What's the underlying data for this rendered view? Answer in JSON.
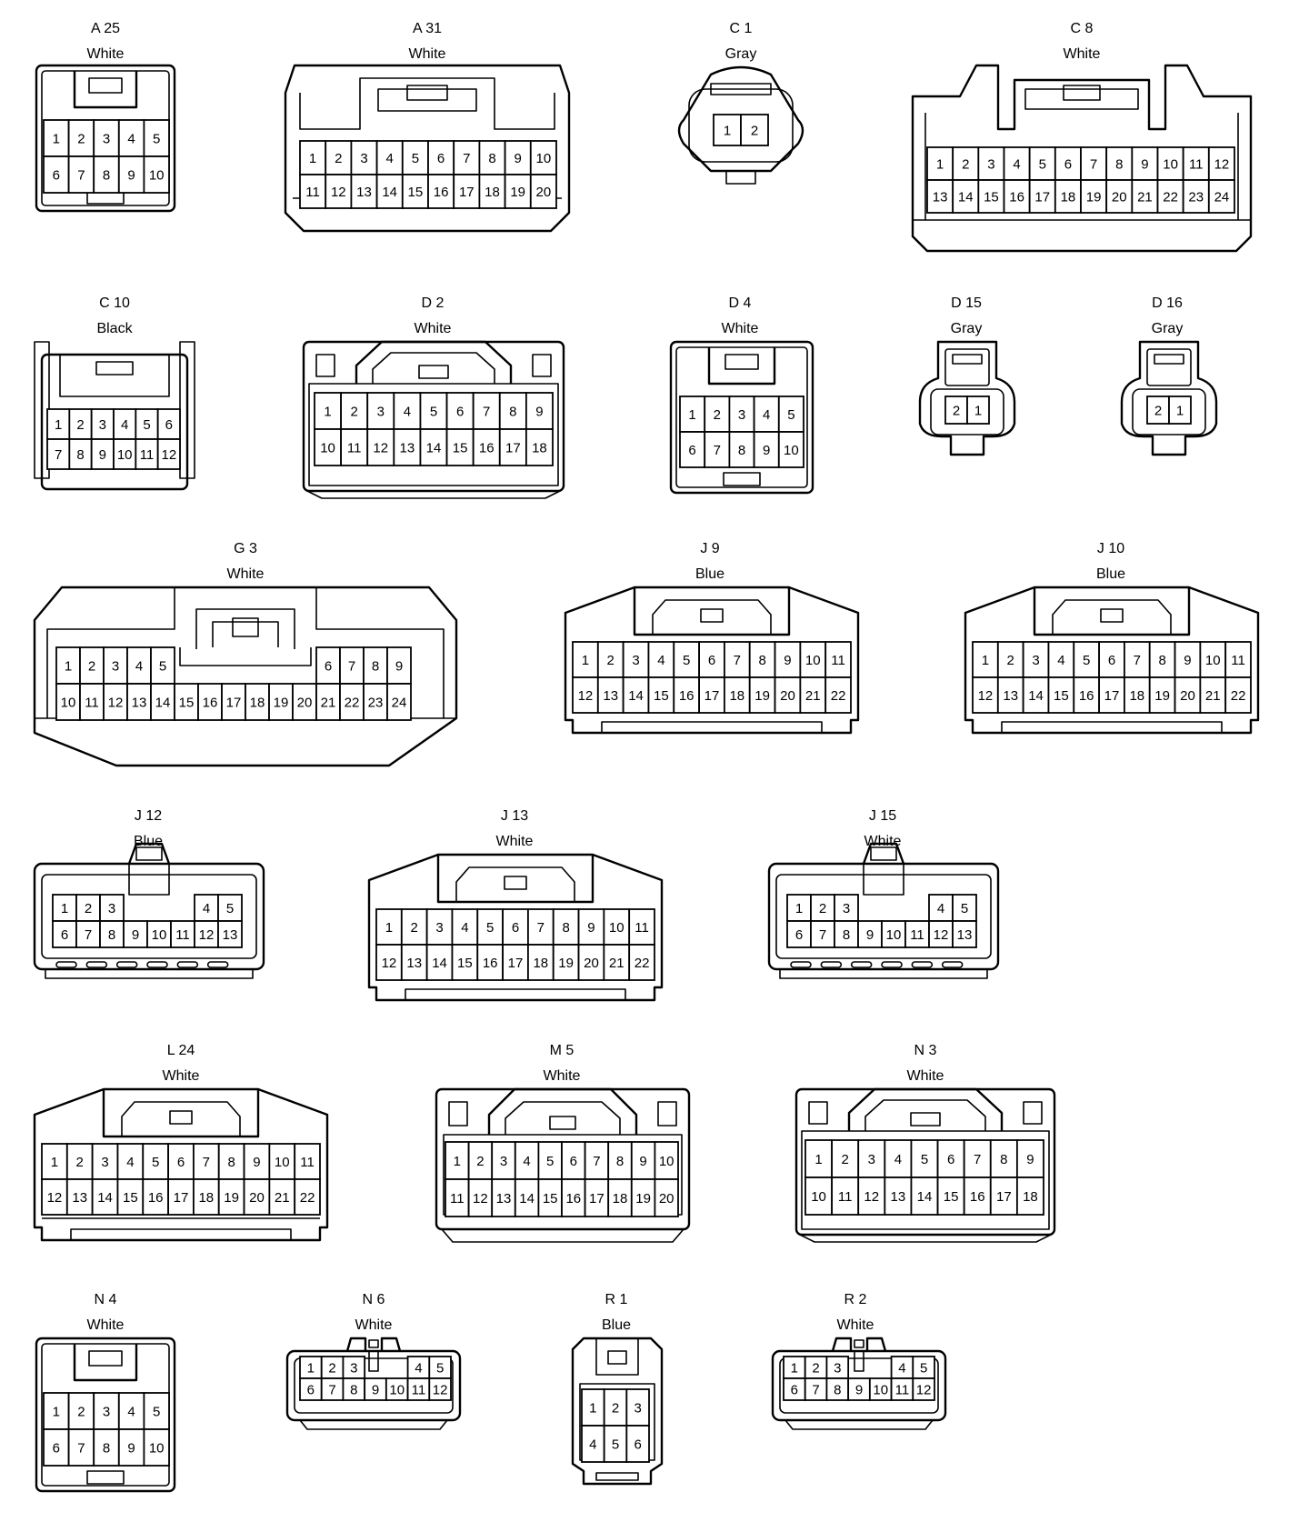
{
  "connectors": [
    {
      "id": "A25",
      "code": "A 25",
      "color": "White",
      "shape": "rect-tab",
      "rows": [
        [
          "1",
          "2",
          "3",
          "4",
          "5"
        ],
        [
          "6",
          "7",
          "8",
          "9",
          "10"
        ]
      ]
    },
    {
      "id": "A31",
      "code": "A 31",
      "color": "White",
      "shape": "wide-hood",
      "rows": [
        [
          "1",
          "2",
          "3",
          "4",
          "5",
          "6",
          "7",
          "8",
          "9",
          "10"
        ],
        [
          "11",
          "12",
          "13",
          "14",
          "15",
          "16",
          "17",
          "18",
          "19",
          "20"
        ]
      ]
    },
    {
      "id": "C1",
      "code": "C 1",
      "color": "Gray",
      "shape": "round-2",
      "rows": [
        [
          "1",
          "2"
        ]
      ]
    },
    {
      "id": "C8",
      "code": "C 8",
      "color": "White",
      "shape": "wide-ears",
      "rows": [
        [
          "1",
          "2",
          "3",
          "4",
          "5",
          "6",
          "7",
          "8",
          "9",
          "10",
          "11",
          "12"
        ],
        [
          "13",
          "14",
          "15",
          "16",
          "17",
          "18",
          "19",
          "20",
          "21",
          "22",
          "23",
          "24"
        ]
      ]
    },
    {
      "id": "C10",
      "code": "C 10",
      "color": "Black",
      "shape": "rect-latch",
      "rows": [
        [
          "1",
          "2",
          "3",
          "4",
          "5",
          "6"
        ],
        [
          "7",
          "8",
          "9",
          "10",
          "11",
          "12"
        ]
      ]
    },
    {
      "id": "D2",
      "code": "D 2",
      "color": "White",
      "shape": "hood-split",
      "rows": [
        [
          "1",
          "2",
          "3",
          "4",
          "5",
          "6",
          "7",
          "8",
          "9"
        ],
        [
          "10",
          "11",
          "12",
          "13",
          "14",
          "15",
          "16",
          "17",
          "18"
        ]
      ]
    },
    {
      "id": "D4",
      "code": "D 4",
      "color": "White",
      "shape": "rect-tab",
      "rows": [
        [
          "1",
          "2",
          "3",
          "4",
          "5"
        ],
        [
          "6",
          "7",
          "8",
          "9",
          "10"
        ]
      ]
    },
    {
      "id": "D15",
      "code": "D 15",
      "color": "Gray",
      "shape": "small-2",
      "rows": [
        [
          "2",
          "1"
        ]
      ]
    },
    {
      "id": "D16",
      "code": "D 16",
      "color": "Gray",
      "shape": "small-2",
      "rows": [
        [
          "2",
          "1"
        ]
      ]
    },
    {
      "id": "G3",
      "code": "G 3",
      "color": "White",
      "shape": "g3",
      "rows": [
        [
          "1",
          "2",
          "3",
          "4",
          "5",
          "",
          "",
          "",
          "",
          "",
          "6",
          "7",
          "8",
          "9"
        ],
        [
          "10",
          "11",
          "12",
          "13",
          "14",
          "15",
          "16",
          "17",
          "18",
          "19",
          "20",
          "21",
          "22",
          "23",
          "24"
        ]
      ]
    },
    {
      "id": "J9",
      "code": "J 9",
      "color": "Blue",
      "shape": "trap-hood",
      "rows": [
        [
          "1",
          "2",
          "3",
          "4",
          "5",
          "6",
          "7",
          "8",
          "9",
          "10",
          "11"
        ],
        [
          "12",
          "13",
          "14",
          "15",
          "16",
          "17",
          "18",
          "19",
          "20",
          "21",
          "22"
        ]
      ]
    },
    {
      "id": "J10",
      "code": "J 10",
      "color": "Blue",
      "shape": "trap-hood",
      "rows": [
        [
          "1",
          "2",
          "3",
          "4",
          "5",
          "6",
          "7",
          "8",
          "9",
          "10",
          "11"
        ],
        [
          "12",
          "13",
          "14",
          "15",
          "16",
          "17",
          "18",
          "19",
          "20",
          "21",
          "22"
        ]
      ]
    },
    {
      "id": "J12",
      "code": "J 12",
      "color": "Blue",
      "shape": "latch-13",
      "rows": [
        [
          "1",
          "2",
          "3",
          "",
          "",
          "4",
          "5"
        ],
        [
          "6",
          "7",
          "8",
          "9",
          "10",
          "11",
          "12",
          "13"
        ]
      ]
    },
    {
      "id": "J13",
      "code": "J 13",
      "color": "White",
      "shape": "trap-hood",
      "rows": [
        [
          "1",
          "2",
          "3",
          "4",
          "5",
          "6",
          "7",
          "8",
          "9",
          "10",
          "11"
        ],
        [
          "12",
          "13",
          "14",
          "15",
          "16",
          "17",
          "18",
          "19",
          "20",
          "21",
          "22"
        ]
      ]
    },
    {
      "id": "J15",
      "code": "J 15",
      "color": "White",
      "shape": "latch-13",
      "rows": [
        [
          "1",
          "2",
          "3",
          "",
          "",
          "4",
          "5"
        ],
        [
          "6",
          "7",
          "8",
          "9",
          "10",
          "11",
          "12",
          "13"
        ]
      ]
    },
    {
      "id": "L24",
      "code": "L 24",
      "color": "White",
      "shape": "trap-hood",
      "rows": [
        [
          "1",
          "2",
          "3",
          "4",
          "5",
          "6",
          "7",
          "8",
          "9",
          "10",
          "11"
        ],
        [
          "12",
          "13",
          "14",
          "15",
          "16",
          "17",
          "18",
          "19",
          "20",
          "21",
          "22"
        ]
      ]
    },
    {
      "id": "M5",
      "code": "M 5",
      "color": "White",
      "shape": "m5",
      "rows": [
        [
          "1",
          "2",
          "3",
          "4",
          "5",
          "6",
          "7",
          "8",
          "9",
          "10"
        ],
        [
          "11",
          "12",
          "13",
          "14",
          "15",
          "16",
          "17",
          "18",
          "19",
          "20"
        ]
      ]
    },
    {
      "id": "N3",
      "code": "N 3",
      "color": "White",
      "shape": "hood-split",
      "rows": [
        [
          "1",
          "2",
          "3",
          "4",
          "5",
          "6",
          "7",
          "8",
          "9"
        ],
        [
          "10",
          "11",
          "12",
          "13",
          "14",
          "15",
          "16",
          "17",
          "18"
        ]
      ]
    },
    {
      "id": "N4",
      "code": "N 4",
      "color": "White",
      "shape": "rect-tab",
      "rows": [
        [
          "1",
          "2",
          "3",
          "4",
          "5"
        ],
        [
          "6",
          "7",
          "8",
          "9",
          "10"
        ]
      ]
    },
    {
      "id": "N6",
      "code": "N 6",
      "color": "White",
      "shape": "flat-12",
      "rows": [
        [
          "1",
          "2",
          "3",
          "",
          "4",
          "5"
        ],
        [
          "6",
          "7",
          "8",
          "9",
          "10",
          "11",
          "12"
        ]
      ]
    },
    {
      "id": "R1",
      "code": "R 1",
      "color": "Blue",
      "shape": "tall-6",
      "rows": [
        [
          "1",
          "2",
          "3"
        ],
        [
          "4",
          "5",
          "6"
        ]
      ]
    },
    {
      "id": "R2",
      "code": "R 2",
      "color": "White",
      "shape": "flat-12",
      "rows": [
        [
          "1",
          "2",
          "3",
          "",
          "4",
          "5"
        ],
        [
          "6",
          "7",
          "8",
          "9",
          "10",
          "11",
          "12"
        ]
      ]
    }
  ]
}
